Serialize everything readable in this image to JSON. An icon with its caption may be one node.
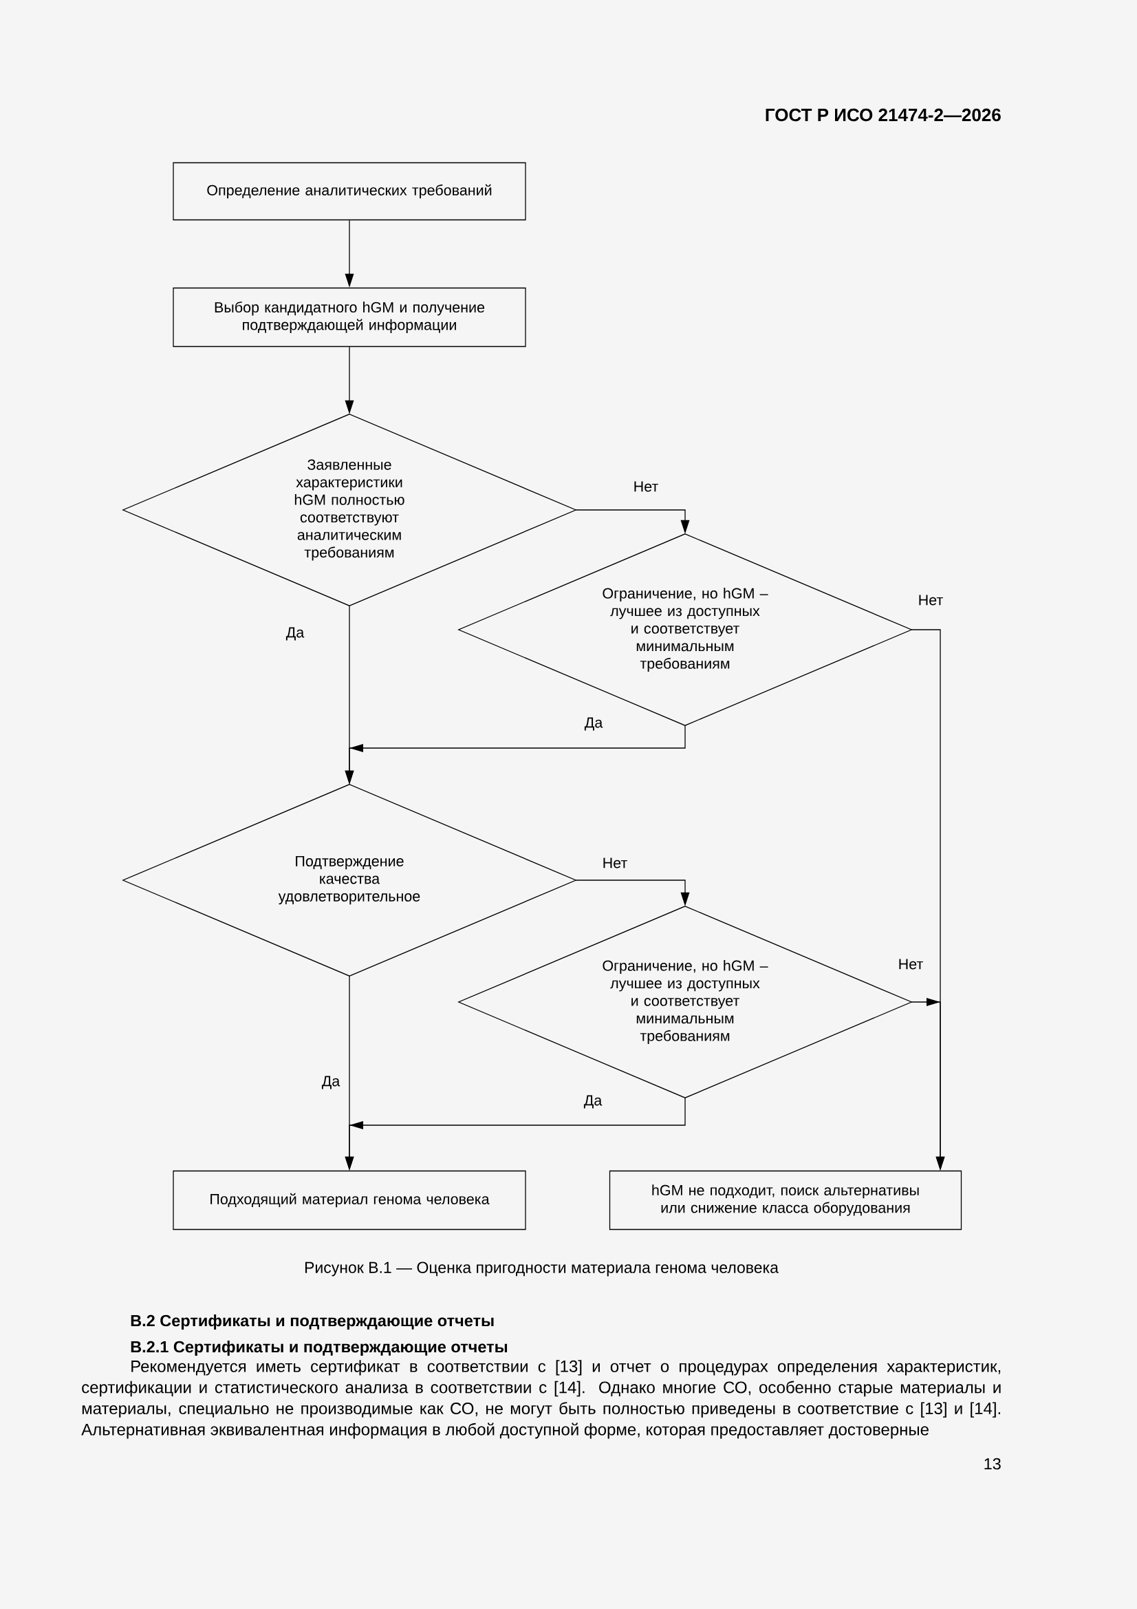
{
  "diagram": {
    "caption": "Рисунок В.1 — Оценка пригодности материала генома человека",
    "nodes": [
      {
        "text": [
          "Определение аналитических требований"
        ]
      },
      {
        "text": [
          "Выбор кандидатного hGM и получение подтверждающей информации"
        ]
      },
      {
        "text": [
          "Заявленные характеристики hGM полностью соответствуют аналитическим требованиям"
        ]
      },
      {
        "text": [
          "Ограничение, но hGM – лучшее из доступных и соответствует минимальным требованиям"
        ]
      },
      {
        "text": [
          "Подтверждение качества удовлетворительное"
        ]
      },
      {
        "text": [
          "Ограничение, но hGM – лучшее из доступных и соответствует минимальным требованиям"
        ]
      },
      {
        "text": [
          "Подходящий материал генома человека"
        ]
      },
      {
        "text": [
          "hGM не подходит, поиск альтернативы или снижение класса оборудования"
        ]
      }
    ],
    "edges": [
      {
        "from": 0,
        "to": 1,
        "arrow": "to"
      },
      {
        "from": 1,
        "to": 2,
        "arrow": "to"
      },
      {
        "from": 2,
        "to": 3,
        "arrow": "to",
        "label": "Нет"
      },
      {
        "from": 2,
        "to": 4,
        "arrow": "to",
        "label": "Да"
      },
      {
        "from": 3,
        "to": 4,
        "arrow": "to",
        "label": "Да"
      },
      {
        "from": 3,
        "to": 7,
        "arrow": "to",
        "label": "Нет"
      },
      {
        "from": 4,
        "to": 5,
        "arrow": "to",
        "label": "Нет"
      },
      {
        "from": 4,
        "to": 6,
        "arrow": "to",
        "label": "Да"
      },
      {
        "from": 5,
        "to": 6,
        "arrow": "to",
        "label": "Да"
      },
      {
        "from": 5,
        "to": 7,
        "arrow": "to",
        "label": "Нет"
      }
    ],
    "labels": [
      "ГОСТ Р ИСО 21474-2—2026",
      "В.2 Сертификаты и подтверждающие отчеты",
      "В.2.1 Сертификаты и подтверждающие отчеты",
      "Рекомендуется иметь сертификат в соответствии с [13] и отчет о процедурах определения характеристик, сертификации и статистического анализа в соответствии с [14]. Однако многие СО, особенно старые материалы и материалы, специально не производимые как СО, не могут быть полностью приведены в соответствие с [13] и [14]. Альтернативная эквивалентная информация в любой доступной форме, которая предоставляет достоверные",
      "13"
    ]
  }
}
